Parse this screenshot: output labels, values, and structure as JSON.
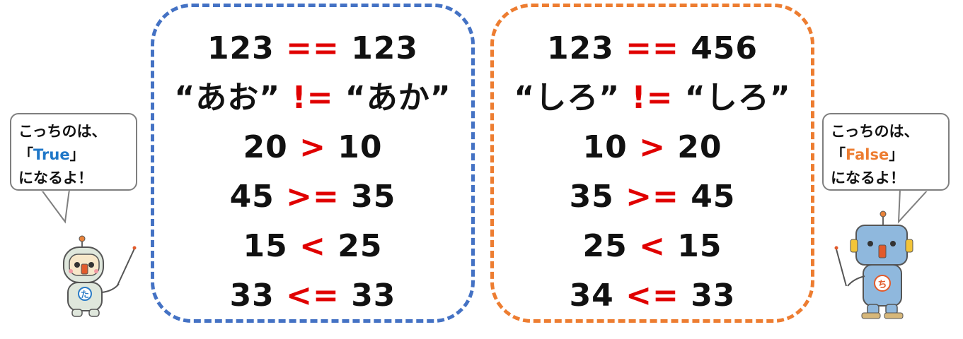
{
  "true_panel": {
    "rows": [
      {
        "left": "123",
        "op": "==",
        "right": "123"
      },
      {
        "left": "“あお”",
        "op": "!=",
        "right": "“あか”"
      },
      {
        "left": "20",
        "op": ">",
        "right": "10"
      },
      {
        "left": "45",
        "op": ">=",
        "right": "35"
      },
      {
        "left": "15",
        "op": "<",
        "right": "25"
      },
      {
        "left": "33",
        "op": "<=",
        "right": "33"
      }
    ]
  },
  "false_panel": {
    "rows": [
      {
        "left": "123",
        "op": "==",
        "right": "456"
      },
      {
        "left": "“しろ”",
        "op": "!=",
        "right": "“しろ”"
      },
      {
        "left": "10",
        "op": ">",
        "right": "20"
      },
      {
        "left": "35",
        "op": ">=",
        "right": "45"
      },
      {
        "left": "25",
        "op": "<",
        "right": "15"
      },
      {
        "left": "34",
        "op": "<=",
        "right": "33"
      }
    ]
  },
  "left_bubble": {
    "line1": "こっちのは、",
    "open": "「",
    "keyword": "True",
    "close": "」",
    "line3": "になるよ！"
  },
  "right_bubble": {
    "line1": "こっちのは、",
    "open": "「",
    "keyword": "False",
    "close": "」",
    "line3": "になるよ！"
  },
  "left_robot": {
    "badge": "た"
  },
  "right_robot": {
    "badge": "ち"
  },
  "colors": {
    "operator": "#e00000",
    "true_border": "#4472c4",
    "false_border": "#ed7d31",
    "true_keyword": "#1f77c8",
    "false_keyword": "#ed7d31"
  }
}
